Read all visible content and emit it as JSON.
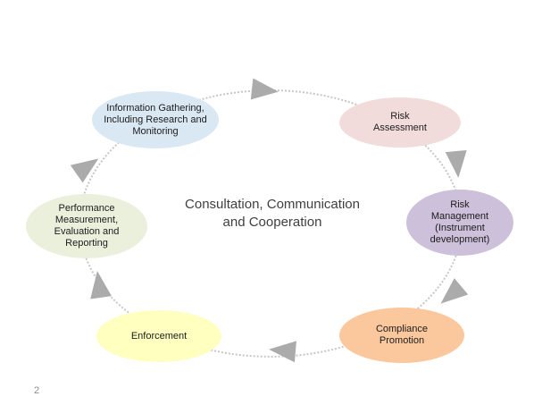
{
  "slide": {
    "page_number": "2",
    "center_text": "Consultation, Communication\nand Cooperation",
    "nodes": [
      {
        "id": "information-gathering",
        "label": "Information Gathering,\nIncluding Research and\nMonitoring",
        "color": "#d9e8f3"
      },
      {
        "id": "risk-assessment",
        "label": "Risk\nAssessment",
        "color": "#f2dcdb"
      },
      {
        "id": "risk-management",
        "label": "Risk\nManagement\n(Instrument\ndevelopment)",
        "color": "#ccc0da"
      },
      {
        "id": "compliance-promotion",
        "label": "Compliance\nPromotion",
        "color": "#fbc89d"
      },
      {
        "id": "enforcement",
        "label": "Enforcement",
        "color": "#ffffc0"
      },
      {
        "id": "performance-measurement",
        "label": "Performance\nMeasurement,\nEvaluation and\nReporting",
        "color": "#eaf0dc"
      }
    ],
    "flow": {
      "shape": "dotted-ellipse-ring",
      "direction": "clockwise",
      "arrow_count": 6,
      "arrow_color": "#ababab",
      "ring_color": "#c6c6c6"
    }
  }
}
